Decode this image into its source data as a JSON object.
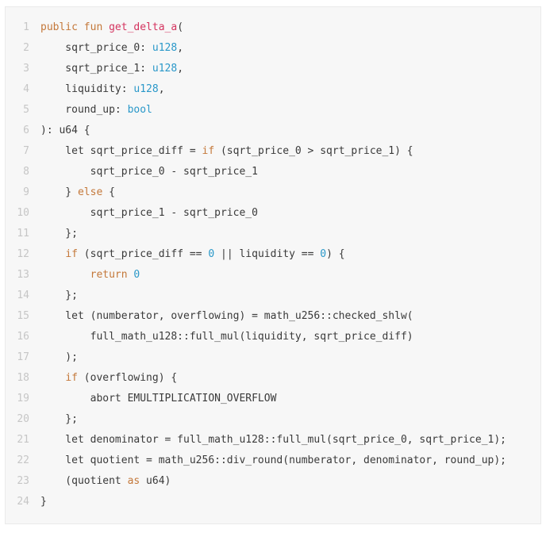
{
  "colors": {
    "background": "#f7f7f7",
    "line_number": "#c6c6c6",
    "text": "#3a3a3a",
    "keyword": "#c4783a",
    "function_name": "#d4345f",
    "type": "#2a98c9",
    "number": "#2a98c9"
  },
  "lines": [
    {
      "n": "1",
      "t": [
        [
          "kw",
          "public fun "
        ],
        [
          "fn",
          "get_delta_a"
        ],
        [
          "p",
          "("
        ]
      ]
    },
    {
      "n": "2",
      "t": [
        [
          "p",
          "    sqrt_price_0: "
        ],
        [
          "ty",
          "u128"
        ],
        [
          "p",
          ","
        ]
      ]
    },
    {
      "n": "3",
      "t": [
        [
          "p",
          "    sqrt_price_1: "
        ],
        [
          "ty",
          "u128"
        ],
        [
          "p",
          ","
        ]
      ]
    },
    {
      "n": "4",
      "t": [
        [
          "p",
          "    liquidity: "
        ],
        [
          "ty",
          "u128"
        ],
        [
          "p",
          ","
        ]
      ]
    },
    {
      "n": "5",
      "t": [
        [
          "p",
          "    round_up: "
        ],
        [
          "ty",
          "bool"
        ]
      ]
    },
    {
      "n": "6",
      "t": [
        [
          "p",
          "): u64 {"
        ]
      ]
    },
    {
      "n": "7",
      "t": [
        [
          "p",
          "    let sqrt_price_diff = "
        ],
        [
          "kw",
          "if"
        ],
        [
          "p",
          " (sqrt_price_0 > sqrt_price_1) {"
        ]
      ]
    },
    {
      "n": "8",
      "t": [
        [
          "p",
          "        sqrt_price_0 - sqrt_price_1"
        ]
      ]
    },
    {
      "n": "9",
      "t": [
        [
          "p",
          "    } "
        ],
        [
          "kw",
          "else"
        ],
        [
          "p",
          " {"
        ]
      ]
    },
    {
      "n": "10",
      "t": [
        [
          "p",
          "        sqrt_price_1 - sqrt_price_0"
        ]
      ]
    },
    {
      "n": "11",
      "t": [
        [
          "p",
          "    };"
        ]
      ]
    },
    {
      "n": "12",
      "t": [
        [
          "p",
          "    "
        ],
        [
          "kw",
          "if"
        ],
        [
          "p",
          " (sqrt_price_diff == "
        ],
        [
          "nm",
          "0"
        ],
        [
          "p",
          " || liquidity == "
        ],
        [
          "nm",
          "0"
        ],
        [
          "p",
          ") {"
        ]
      ]
    },
    {
      "n": "13",
      "t": [
        [
          "p",
          "        "
        ],
        [
          "kw",
          "return"
        ],
        [
          "p",
          " "
        ],
        [
          "nm",
          "0"
        ]
      ]
    },
    {
      "n": "14",
      "t": [
        [
          "p",
          "    };"
        ]
      ]
    },
    {
      "n": "15",
      "t": [
        [
          "p",
          "    let (numberator, overflowing) = math_u256::checked_shlw("
        ]
      ]
    },
    {
      "n": "16",
      "t": [
        [
          "p",
          "        full_math_u128::full_mul(liquidity, sqrt_price_diff)"
        ]
      ]
    },
    {
      "n": "17",
      "t": [
        [
          "p",
          "    );"
        ]
      ]
    },
    {
      "n": "18",
      "t": [
        [
          "p",
          "    "
        ],
        [
          "kw",
          "if"
        ],
        [
          "p",
          " (overflowing) {"
        ]
      ]
    },
    {
      "n": "19",
      "t": [
        [
          "p",
          "        abort EMULTIPLICATION_OVERFLOW"
        ]
      ]
    },
    {
      "n": "20",
      "t": [
        [
          "p",
          "    };"
        ]
      ]
    },
    {
      "n": "21",
      "t": [
        [
          "p",
          "    let denominator = full_math_u128::full_mul(sqrt_price_0, sqrt_price_1);"
        ]
      ]
    },
    {
      "n": "22",
      "t": [
        [
          "p",
          "    let quotient = math_u256::div_round(numberator, denominator, round_up);"
        ]
      ]
    },
    {
      "n": "23",
      "t": [
        [
          "p",
          "    (quotient "
        ],
        [
          "kw",
          "as"
        ],
        [
          "p",
          " u64)"
        ]
      ]
    },
    {
      "n": "24",
      "t": [
        [
          "p",
          "}"
        ]
      ]
    }
  ]
}
